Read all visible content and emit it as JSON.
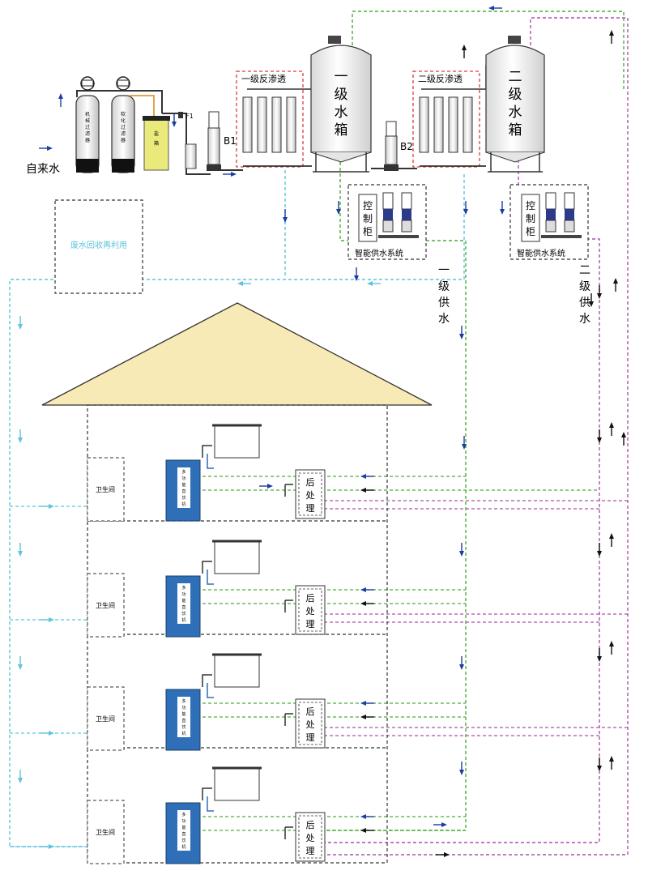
{
  "labels": {
    "tap_water": "自来水",
    "mech_filter": [
      "机",
      "械",
      "过",
      "滤",
      "器"
    ],
    "soft_filter": [
      "软",
      "化",
      "过",
      "滤",
      "器"
    ],
    "salt_tank": [
      "盐",
      "箱"
    ],
    "f1": "F1",
    "b1": "B1",
    "b2": "B2",
    "ro1": "一级反渗透",
    "ro2": "二级反渗透",
    "tank1": [
      "一",
      "级",
      "水",
      "箱"
    ],
    "tank2": [
      "二",
      "级",
      "水",
      "箱"
    ],
    "control_cabinet": [
      "控",
      "制",
      "柜"
    ],
    "smart_supply": "智能供水系统",
    "waste_recycle": "废水回收再利用",
    "supply1": [
      "一",
      "级",
      "供",
      "水"
    ],
    "supply2": [
      "二",
      "级",
      "供",
      "水"
    ],
    "bathroom": "卫生间",
    "dispenser": [
      "多",
      "功",
      "能",
      "直",
      "饮",
      "机"
    ],
    "post_treatment": [
      "后",
      "处",
      "理"
    ]
  },
  "colors": {
    "green_line": "#4cae3a",
    "purple_line": "#b04fae",
    "cyan_line": "#5ec3dd",
    "red_dash": "#e03a3a",
    "arrow_blue": "#1c3f9e",
    "roof_fill": "#f7eab6",
    "dispenser_blue": "#2f6fb7",
    "salt_yellow": "#eaea7c"
  }
}
